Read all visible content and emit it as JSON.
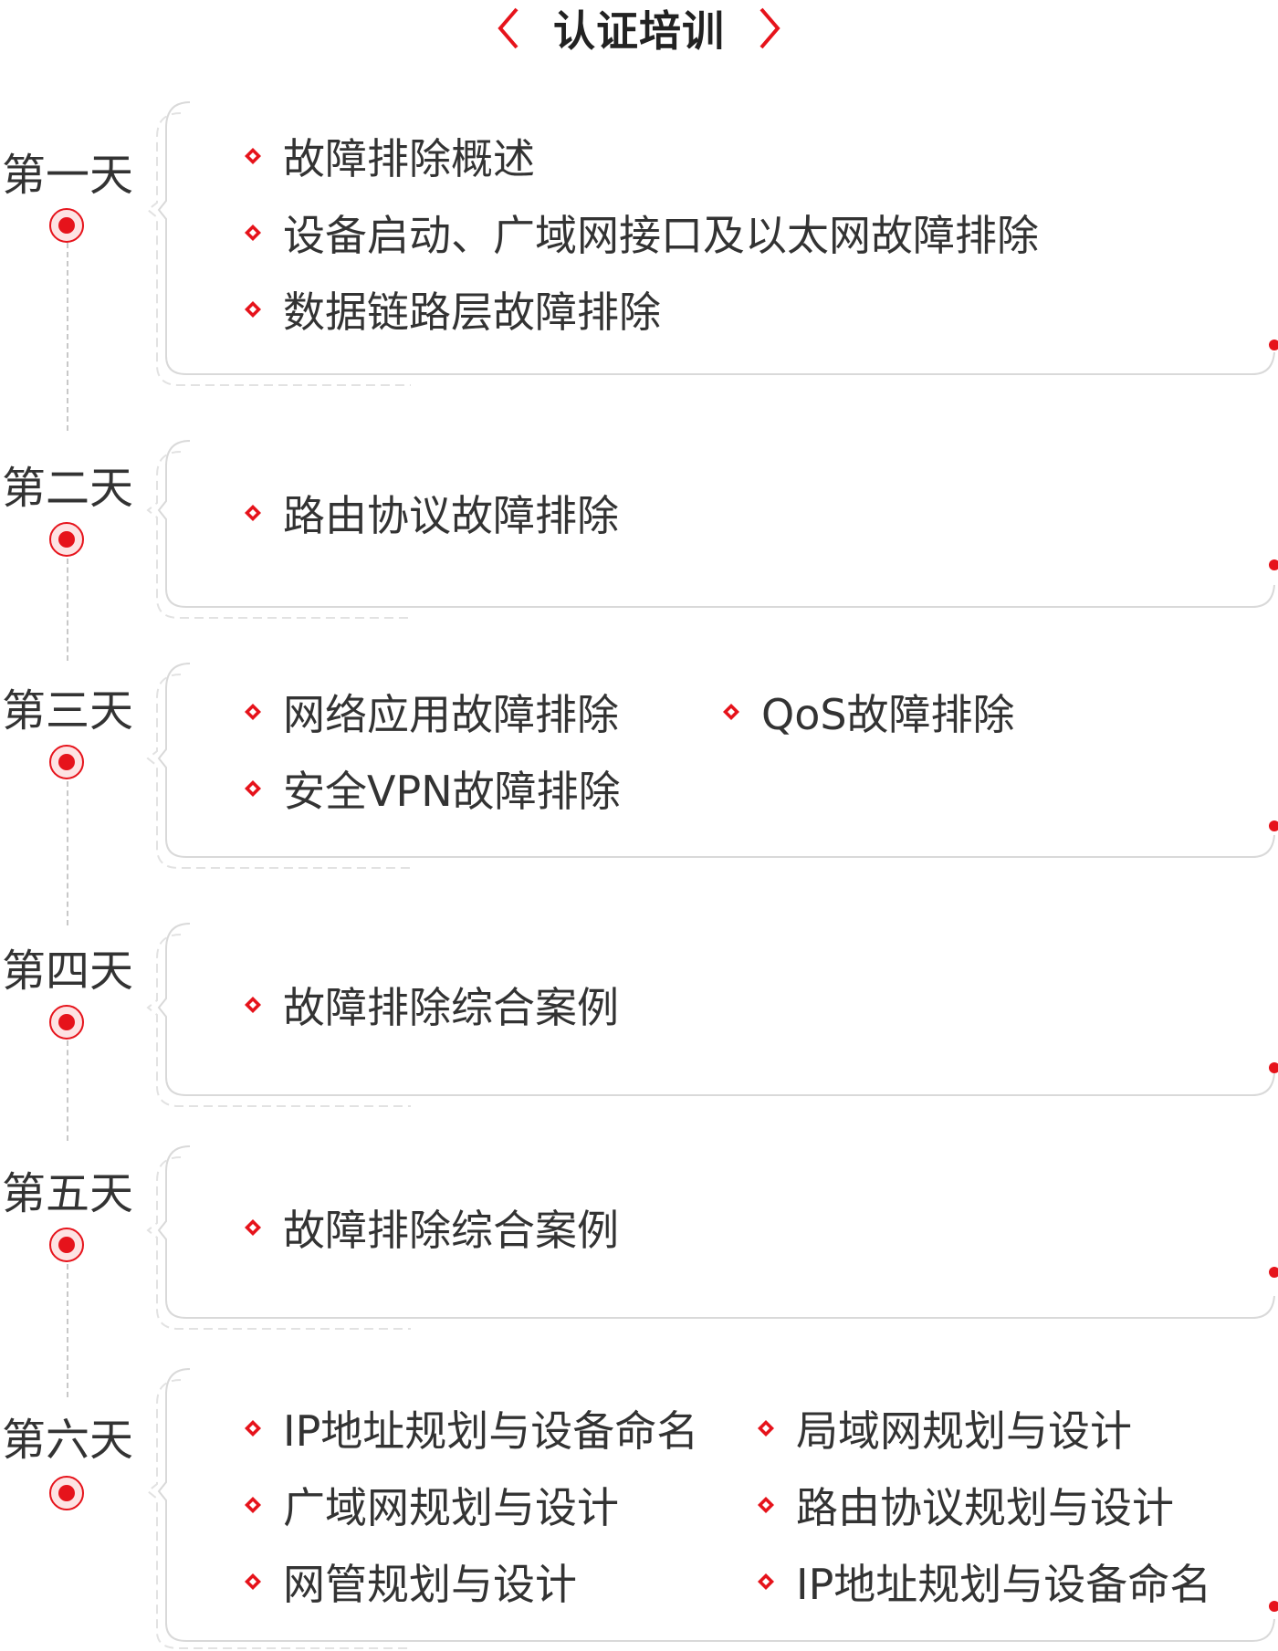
{
  "header": {
    "title": "认证培训"
  },
  "colors": {
    "accent": "#e6131b",
    "border": "#d9d9d9",
    "text": "#333333"
  },
  "days": [
    {
      "label": "第一天",
      "items": [
        "故障排除概述",
        "设备启动、广域网接口及以太网故障排除",
        "数据链路层故障排除"
      ]
    },
    {
      "label": "第二天",
      "items": [
        "路由协议故障排除"
      ]
    },
    {
      "label": "第三天",
      "items": [
        "网络应用故障排除",
        "QoS故障排除",
        "安全VPN故障排除"
      ]
    },
    {
      "label": "第四天",
      "items": [
        "故障排除综合案例"
      ]
    },
    {
      "label": "第五天",
      "items": [
        "故障排除综合案例"
      ]
    },
    {
      "label": "第六天",
      "items": [
        "IP地址规划与设备命名",
        "局域网规划与设计",
        "广域网规划与设计",
        "路由协议规划与设计",
        "网管规划与设计",
        "IP地址规划与设备命名"
      ]
    }
  ]
}
